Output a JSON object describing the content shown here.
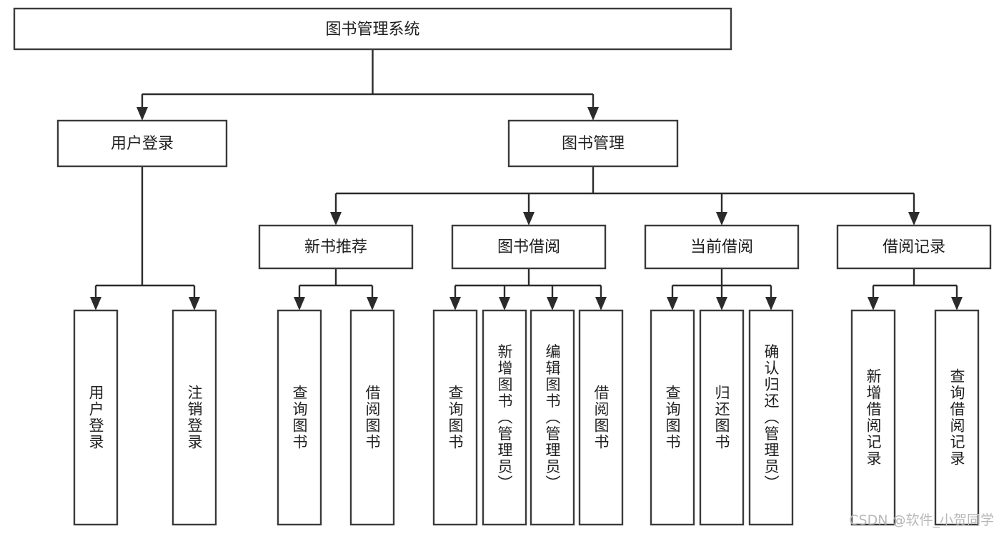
{
  "diagram": {
    "type": "tree-hierarchy",
    "title": "图书管理系统",
    "watermark": "CSDN @软件_小贺同学",
    "colors": {
      "box_stroke": "#3a3a3a",
      "box_fill": "#ffffff",
      "connector": "#2b2b2b",
      "text": "#1f1f1f",
      "watermark": "#b8b8b8",
      "background": "#ffffff"
    },
    "root": {
      "label": "图书管理系统"
    },
    "level2": [
      {
        "label": "用户登录"
      },
      {
        "label": "图书管理"
      }
    ],
    "level3": [
      {
        "label": "新书推荐"
      },
      {
        "label": "图书借阅"
      },
      {
        "label": "当前借阅"
      },
      {
        "label": "借阅记录"
      }
    ],
    "leaves": {
      "user_login": [
        {
          "label": "用户登录"
        },
        {
          "label": "注销登录"
        }
      ],
      "new_book_recommend": [
        {
          "label": "查询图书"
        },
        {
          "label": "借阅图书"
        }
      ],
      "book_borrow": [
        {
          "label": "查询图书"
        },
        {
          "label": "新增图书（管理员）"
        },
        {
          "label": "编辑图书（管理员）"
        },
        {
          "label": "借阅图书"
        }
      ],
      "current_borrow": [
        {
          "label": "查询图书"
        },
        {
          "label": "归还图书"
        },
        {
          "label": "确认归还（管理员）"
        }
      ],
      "borrow_record": [
        {
          "label": "新增借阅记录"
        },
        {
          "label": "查询借阅记录"
        }
      ]
    }
  }
}
